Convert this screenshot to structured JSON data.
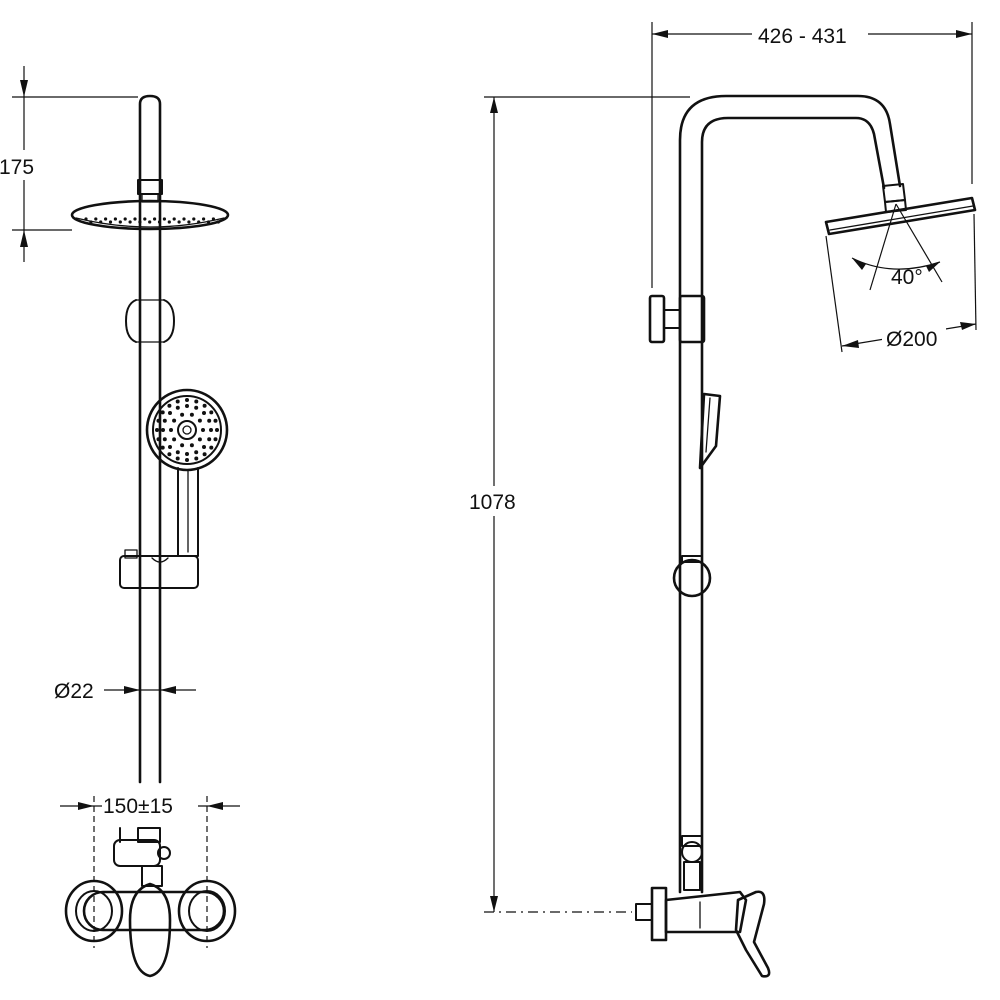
{
  "dimensions": {
    "head_height": "175",
    "pipe_diameter": "Ø22",
    "inlet_spacing": "150±15",
    "total_height": "1078",
    "arm_reach": "426 - 431",
    "spray_angle": "40°",
    "head_diameter": "Ø200"
  }
}
